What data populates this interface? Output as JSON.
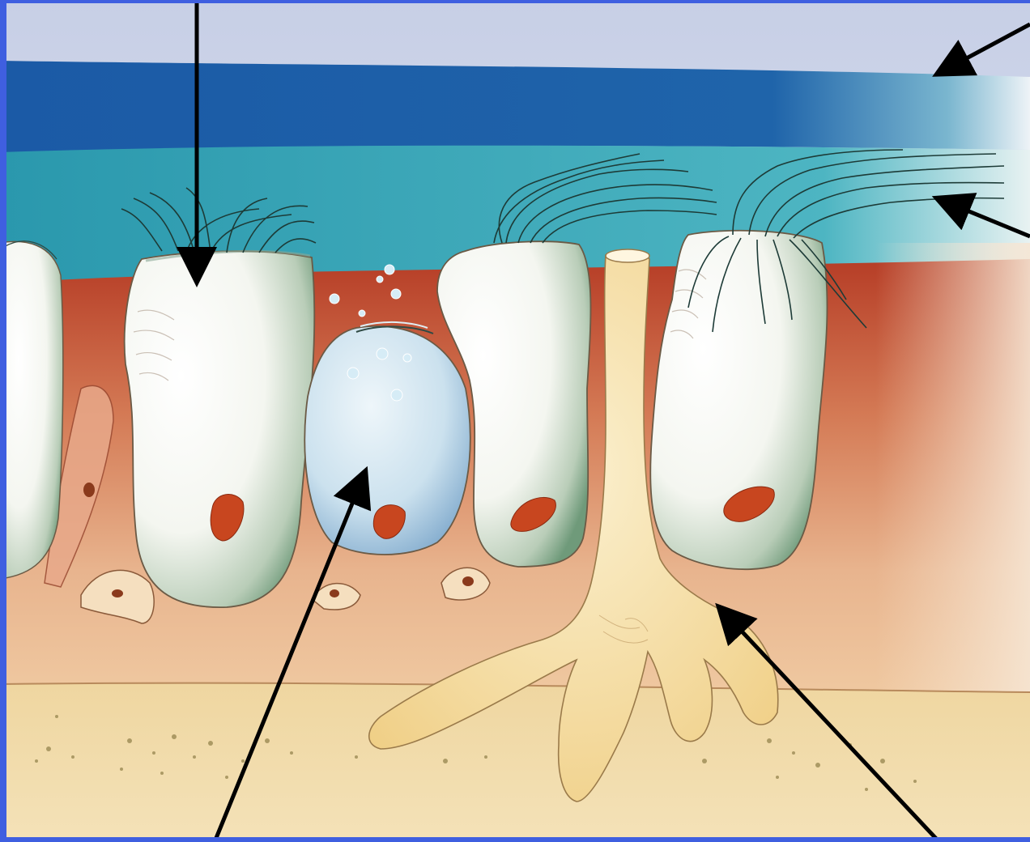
{
  "diagram": {
    "colors": {
      "frame": "#3f5fe0",
      "sky": "#e2e7f3",
      "mucus": "#1e5ea6",
      "lumen": "#2fa0b3",
      "mucosa_red": "#b0402a",
      "lamina_peach": "#e6b088",
      "submucosa_sand": "#efd9a6",
      "cell_white": "#f8f9f4",
      "cell_shadow": "#5d8a6a",
      "goblet_blue": "#cfe2ee",
      "nucleus": "#c8461f",
      "basal_cell": "#f3d28e",
      "arrow": "#000000"
    },
    "icons": [
      "ciliated-columnar-cell",
      "goblet-cell",
      "basal-cell",
      "nucleus",
      "cilia",
      "mucus-droplet",
      "pointer-arrow"
    ]
  }
}
